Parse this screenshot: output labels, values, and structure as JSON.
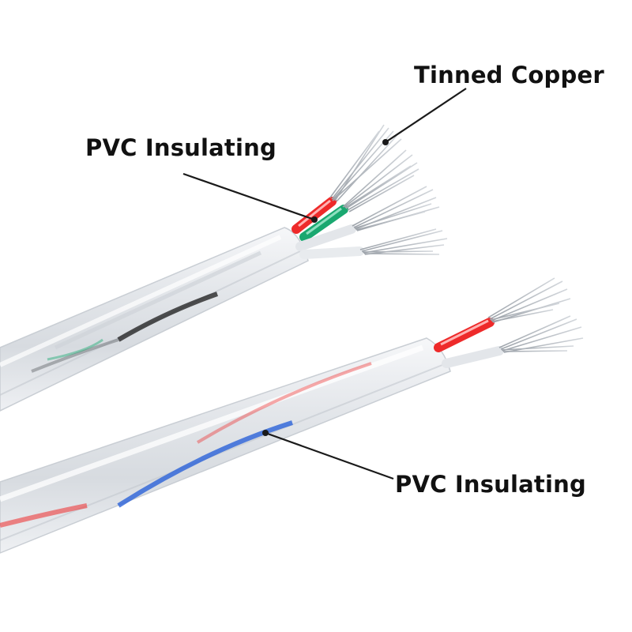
{
  "labels": {
    "tinned_copper": "Tinned Copper",
    "pvc_insulating_upper": "PVC Insulating",
    "pvc_insulating_lower": "PVC Insulating"
  },
  "colors": {
    "background": "#ffffff",
    "sheath": "#dfe3e8",
    "red_core": "#ee2a2a",
    "green_core": "#1aa870",
    "blue_core": "#2a62d8",
    "black_core": "#1a1a1a",
    "copper_strands": "#b9bec4",
    "leader_line": "#1a1a1a"
  }
}
